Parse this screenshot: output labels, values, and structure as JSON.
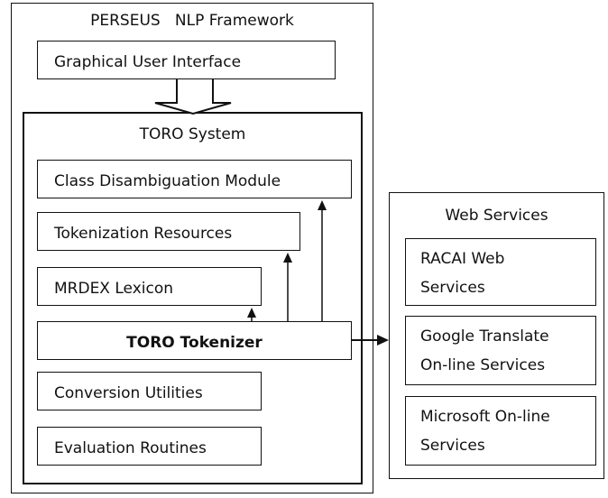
{
  "diagram": {
    "framework_title": "PERSEUS   NLP Framework",
    "gui_label": "Graphical User Interface",
    "system_title": "TORO System",
    "modules": {
      "class_disambiguation": "Class Disambiguation Module",
      "tokenization_resources": "Tokenization Resources",
      "mrdex_lexicon": "MRDEX Lexicon",
      "toro_tokenizer": "TORO Tokenizer",
      "conversion_utilities": "Conversion Utilities",
      "evaluation_routines": "Evaluation Routines"
    },
    "web_services_title": "Web Services",
    "services": {
      "racai_line1": "RACAI Web",
      "racai_line2": "Services",
      "google_line1": "Google Translate",
      "google_line2": "On-line Services",
      "microsoft_line1": "Microsoft On-line",
      "microsoft_line2": "Services"
    }
  }
}
